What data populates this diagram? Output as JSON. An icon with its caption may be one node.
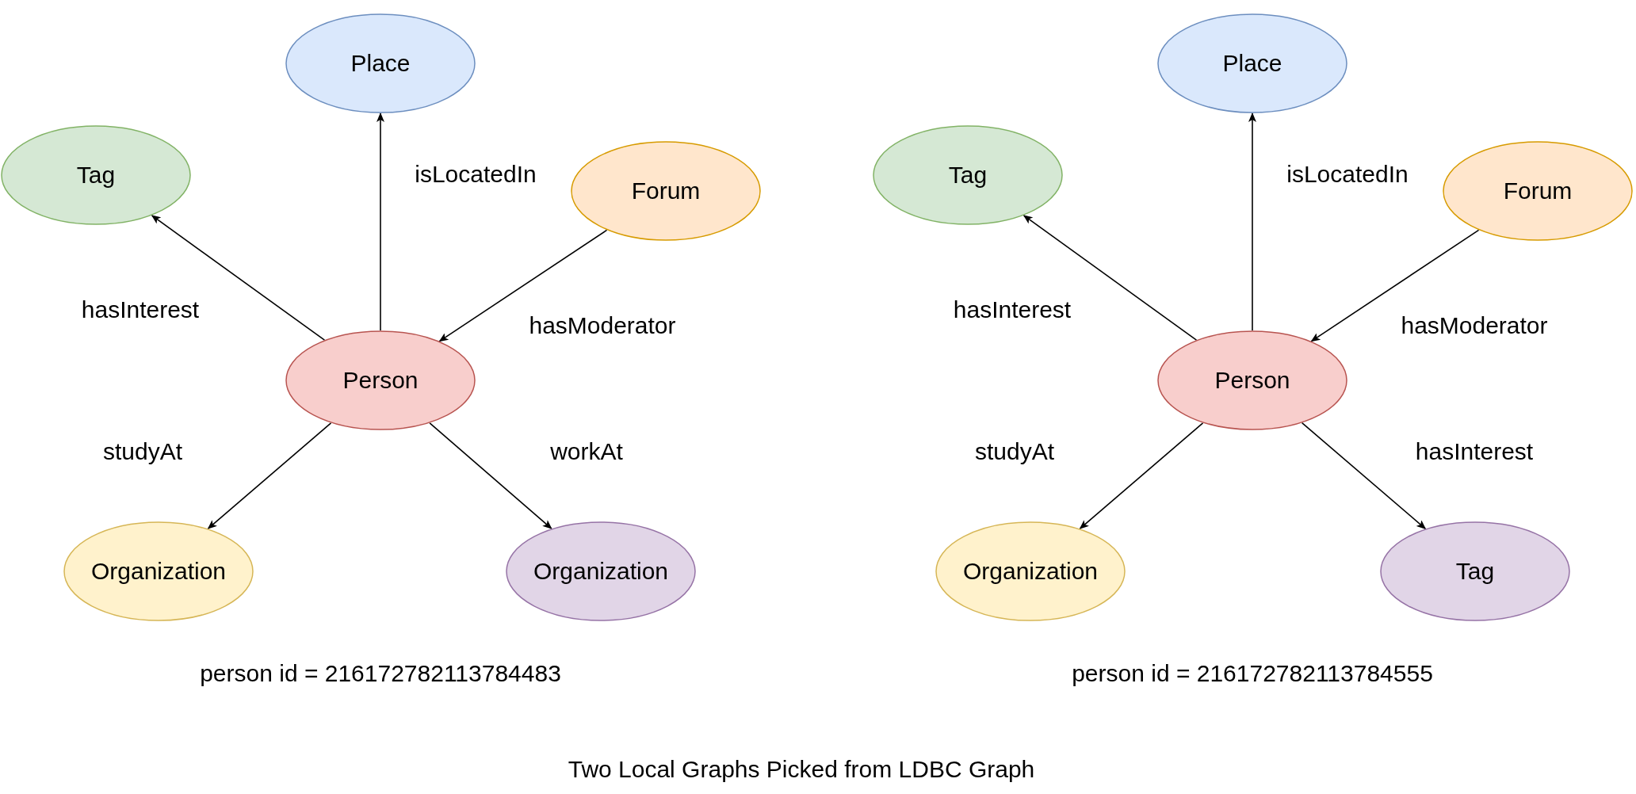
{
  "diagram": {
    "caption": "Two Local Graphs Picked from LDBC Graph",
    "nodes": [
      {
        "text": [
          "Place"
        ]
      },
      {
        "text": [
          "Tag"
        ]
      },
      {
        "text": [
          "Forum"
        ]
      },
      {
        "text": [
          "Person"
        ]
      },
      {
        "text": [
          "Organization"
        ]
      },
      {
        "text": [
          "Organization"
        ]
      },
      {
        "text": [
          "Place"
        ]
      },
      {
        "text": [
          "Tag"
        ]
      },
      {
        "text": [
          "Forum"
        ]
      },
      {
        "text": [
          "Person"
        ]
      },
      {
        "text": [
          "Organization"
        ]
      },
      {
        "text": [
          "Tag"
        ]
      }
    ],
    "edges": [
      {
        "from": 3,
        "to": 1,
        "arrow": "to",
        "label": "hasInterest"
      },
      {
        "from": 3,
        "to": 0,
        "arrow": "to",
        "label": "isLocatedIn"
      },
      {
        "from": 2,
        "to": 3,
        "arrow": "to",
        "label": "hasModerator"
      },
      {
        "from": 3,
        "to": 4,
        "arrow": "to",
        "label": "studyAt"
      },
      {
        "from": 3,
        "to": 5,
        "arrow": "to",
        "label": "workAt"
      },
      {
        "from": 9,
        "to": 7,
        "arrow": "to",
        "label": "hasInterest"
      },
      {
        "from": 9,
        "to": 6,
        "arrow": "to",
        "label": "isLocatedIn"
      },
      {
        "from": 8,
        "to": 9,
        "arrow": "to",
        "label": "hasModerator"
      },
      {
        "from": 9,
        "to": 10,
        "arrow": "to",
        "label": "studyAt"
      },
      {
        "from": 9,
        "to": 11,
        "arrow": "to",
        "label": "hasInterest"
      }
    ],
    "labels": [
      "person id = 216172782113784483",
      "person id = 216172782113784555"
    ]
  }
}
